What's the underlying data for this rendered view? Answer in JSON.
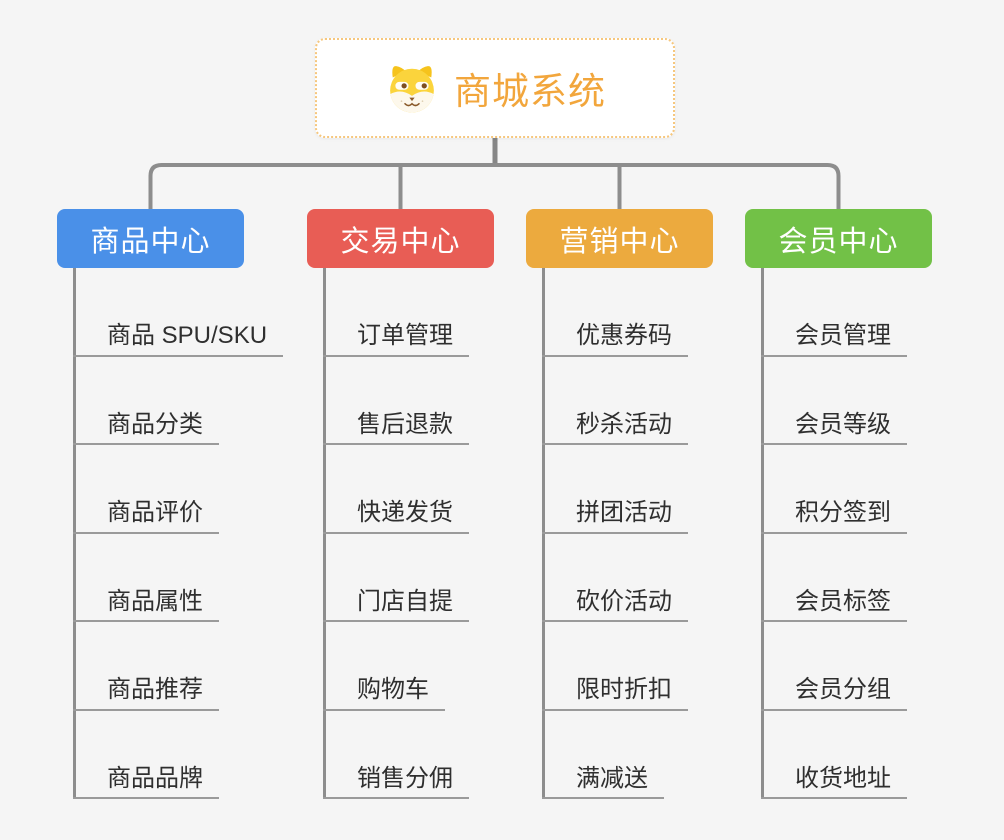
{
  "page": {
    "background_color": "#f5f5f5",
    "connector_color": "#8d8d8d"
  },
  "root": {
    "title": "商城系统",
    "icon": "shiba-dog-icon",
    "text_color": "#f2a63c",
    "border_color": "#f6c77e"
  },
  "branches": [
    {
      "label": "商品中心",
      "color": "#4a90e8",
      "children": [
        "商品 SPU/SKU",
        "商品分类",
        "商品评价",
        "商品属性",
        "商品推荐",
        "商品品牌"
      ]
    },
    {
      "label": "交易中心",
      "color": "#e85d55",
      "children": [
        "订单管理",
        "售后退款",
        "快递发货",
        "门店自提",
        "购物车",
        "销售分佣"
      ]
    },
    {
      "label": "营销中心",
      "color": "#ecaa3e",
      "children": [
        "优惠券码",
        "秒杀活动",
        "拼团活动",
        "砍价活动",
        "限时折扣",
        "满减送"
      ]
    },
    {
      "label": "会员中心",
      "color": "#72c147",
      "children": [
        "会员管理",
        "会员等级",
        "积分签到",
        "会员标签",
        "会员分组",
        "收货地址"
      ]
    }
  ]
}
